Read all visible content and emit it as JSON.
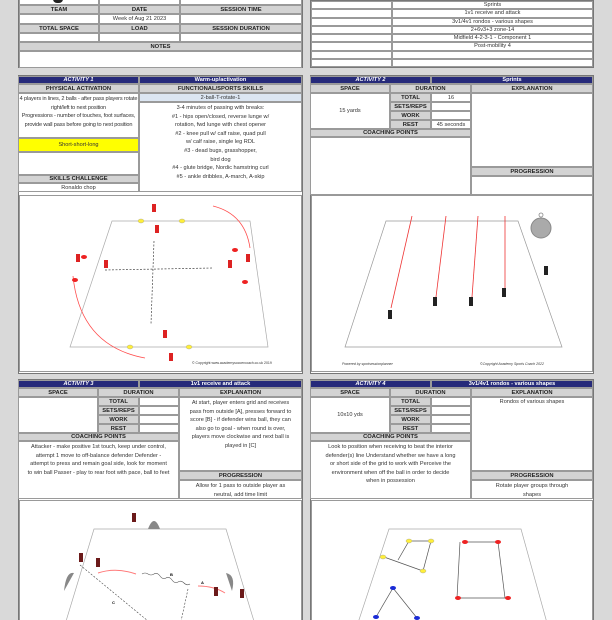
{
  "header": {
    "team_label": "TEAM",
    "date_label": "DATE",
    "date_value": "Week of Aug 21 2023",
    "session_time_label": "SESSION TIME",
    "total_space_label": "TOTAL SPACE",
    "load_label": "LOAD",
    "session_duration_label": "SESSION DURATION",
    "notes_label": "NOTES"
  },
  "session_list": [
    "Sprints",
    "1v1 receive and attack",
    "3v1/4v1 rondos - various shapes",
    "2+6v3+3 zone-14",
    "Midfield 4-2-3-1 - Component 1",
    "Post-mobility 4",
    "",
    ""
  ],
  "activity1": {
    "label": "ACTIVITY 1",
    "title": "Warm-up/activation",
    "physical_label": "PHYSICAL ACTIVATION",
    "physical_name": "2-ball-T-rotate-1",
    "physical_lines": [
      "3-4 minutes of passing with breaks:",
      "#1 - hips open/closed, reverse lunge w/",
      "rotation, fwd lunge with chest opener",
      "#2 - knee pull w/ calf raise, quad pull",
      "w/ calf raise, single leg RDL",
      "#3 - dead bugs, grasshopper,",
      "bird dog",
      "#4 - glute bridge, Nordic hamstring curl",
      "#5 - ankle dribbles, A-march, A-skip"
    ],
    "functional_label": "FUNCTIONAL/SPORTS SKILLS",
    "functional_lines": [
      "4 players in lines, 2 balls - after pass players rotate",
      "right/left to next position",
      "Progressions - number of touches, foot surfaces,",
      "provide wall pass before going to next position"
    ],
    "highlight": "Short-short-long",
    "skills_label": "SKILLS CHALLENGE",
    "skills_value": "Ronaldo chop",
    "copyright": "© Copyright www.academysoccercoach.co.uk 2019"
  },
  "labels": {
    "space": "SPACE",
    "duration": "DURATION",
    "explanation": "EXPLANATION",
    "total": "TOTAL",
    "sets_reps": "SETS/REPS",
    "work": "WORK",
    "rest": "REST",
    "coaching_points": "COACHING POINTS",
    "progression": "PROGRESSION"
  },
  "activity2": {
    "label": "ACTIVITY 2",
    "title": "Sprints",
    "space": "15 yards",
    "total": "16",
    "sets_reps": "",
    "work": "",
    "rest": "45 seconds",
    "explanation": "",
    "coaching": "",
    "progression": "",
    "powered_by": "Powered by sportsessionplanner",
    "copyright": "©Copyright Academy Sports Coach 2022"
  },
  "activity3": {
    "label": "ACTIVITY 3",
    "title": "1v1 receive and attack",
    "space": "",
    "total": "",
    "sets_reps": "",
    "work": "",
    "rest": "",
    "explanation": "At start, player enters grid and receives pass from outside [A], presses forward to score [B] - if defender wins ball, they can also go to goal - when round is over, players move clockwise and next ball is played in [C]",
    "coaching": "Attacker - make positive 1st touch, keep under control, attempt 1 move to off-balance defender Defender - attempt to press and remain goal side, look for moment to win ball Passer - play to rear foot with pace, ball to feet",
    "progression": "Allow for 1 pass to outside player as neutral, add time limit",
    "diagram_labels": [
      "A",
      "B",
      "C"
    ]
  },
  "activity4": {
    "label": "ACTIVITY 4",
    "title": "3v1/4v1 rondos - various shapes",
    "space": "10x10 yds",
    "total": "",
    "sets_reps": "",
    "work": "",
    "rest": "",
    "explanation": "Rondos of various shapes",
    "coaching": "Look to position when receiving to beat the interior defender(s) line Understand whether we have a long or short side of the grid to work with Perceive the environment when off the ball in order to decide when in possession",
    "progression": "Rotate player groups through shapes"
  },
  "colors": {
    "header_blue": "#262a7a",
    "header_gray": "#d3d3d3",
    "highlight_yellow": "#ffff00",
    "highlight_blue": "#dce6f2",
    "arrow_red": "#ff4d4d"
  }
}
